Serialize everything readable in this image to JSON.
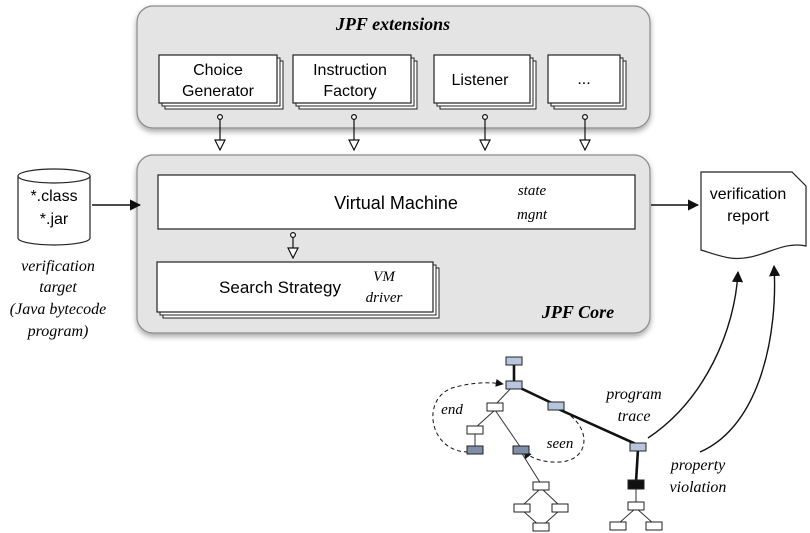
{
  "extensions": {
    "title": "JPF extensions",
    "choice_generator": [
      "Choice",
      "Generator"
    ],
    "instruction_factory": [
      "Instruction",
      "Factory"
    ],
    "listener": "Listener",
    "more": "..."
  },
  "core": {
    "title": "JPF Core",
    "vm_label": "Virtual Machine",
    "vm_note": [
      "state",
      "mgnt"
    ],
    "search_label": "Search Strategy",
    "search_note": [
      "VM",
      "driver"
    ]
  },
  "target": {
    "files": [
      "*.class",
      "*.jar"
    ],
    "caption": [
      "verification",
      "target",
      "(Java bytecode",
      "program)"
    ]
  },
  "report": {
    "label": [
      "verification",
      "report"
    ]
  },
  "trace": {
    "end_label": "end",
    "seen_label": "seen",
    "program_trace": [
      "program",
      "trace"
    ],
    "property_violation": [
      "property",
      "violation"
    ]
  },
  "colors": {
    "panel_fill": "#e4e4e4",
    "panel_stroke": "#8a8a8a",
    "node_blue": "#b7c5df",
    "node_dark_blue": "#7f8fa8",
    "node_black": "#111111"
  }
}
